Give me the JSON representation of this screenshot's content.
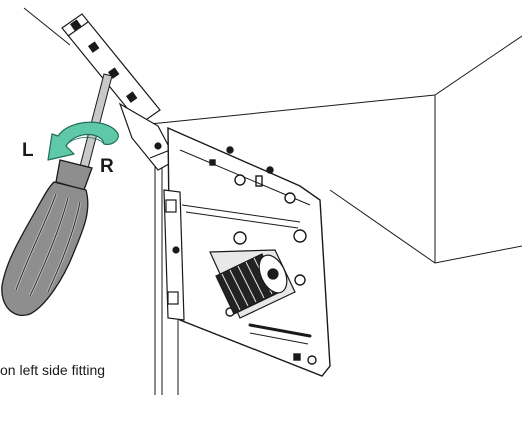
{
  "labels": {
    "left": "L",
    "right": "R",
    "caption": "on left side fitting"
  },
  "colors": {
    "line": "#1a1a1a",
    "arrow_fill": "#5fc8a8",
    "arrow_stroke": "#1f6f55",
    "handle_fill": "#8e8e8e",
    "handle_light": "#b5b5b5",
    "shaft": "#c9c9c9",
    "spring": "#222222"
  },
  "icons": {
    "rotation": "curved-rotation-arrow-icon",
    "tool": "screwdriver-icon"
  }
}
